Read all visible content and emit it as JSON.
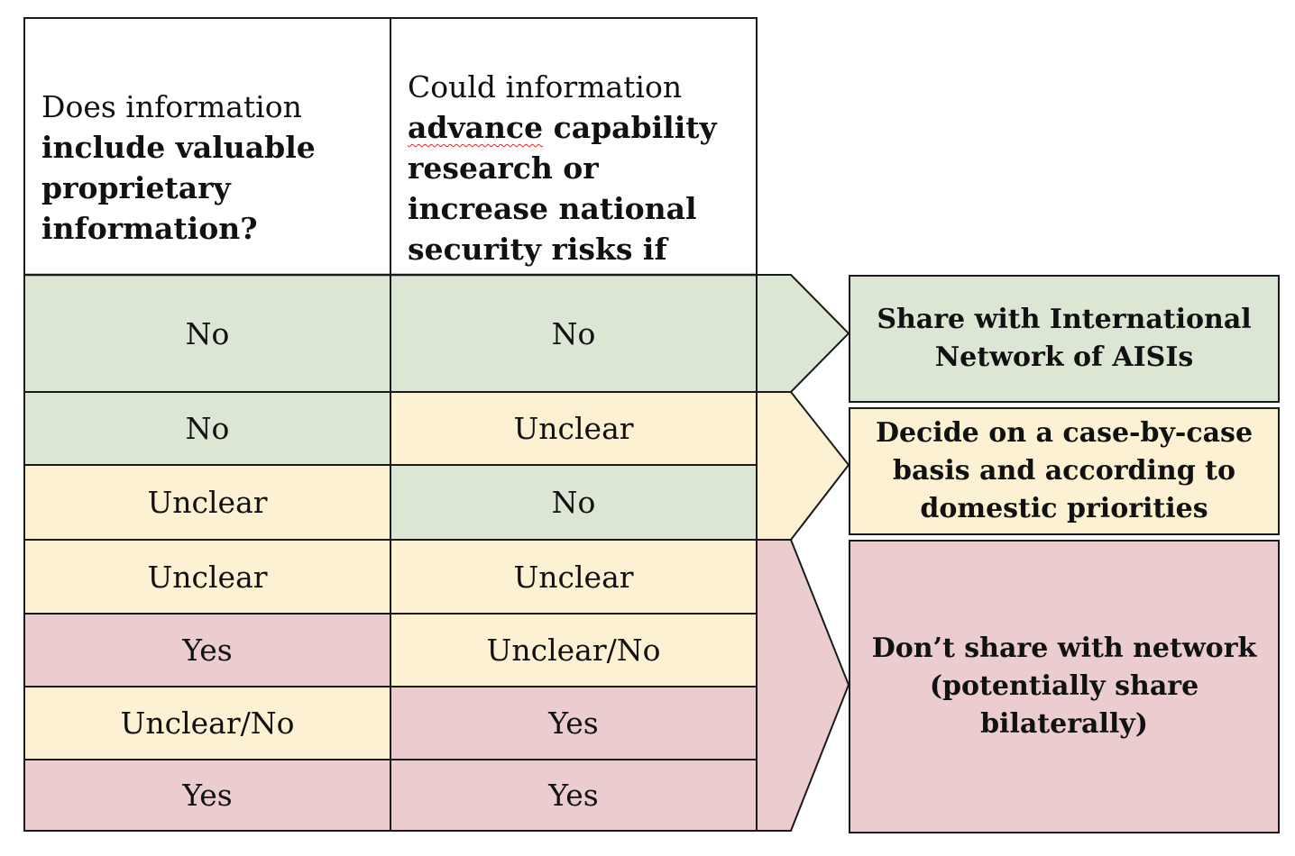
{
  "header": {
    "col1": {
      "prefix": "Does information",
      "emphasis": "include valuable proprietary information?"
    },
    "col2": {
      "prefix": "Could information",
      "emphasis_flagged": "advance",
      "emphasis": "capability research or increase national security risks if leaked?"
    }
  },
  "rows": [
    {
      "col1": "No",
      "col2": "No"
    },
    {
      "col1": "No",
      "col2": "Unclear"
    },
    {
      "col1": "Unclear",
      "col2": "No"
    },
    {
      "col1": "Unclear",
      "col2": "Unclear"
    },
    {
      "col1": "Yes",
      "col2": "Unclear/No"
    },
    {
      "col1": "Unclear/No",
      "col2": "Yes"
    },
    {
      "col1": "Yes",
      "col2": "Yes"
    }
  ],
  "outcomes": {
    "share": "Share with International Network of AISIs",
    "case_by_case": "Decide on a case-by-case basis and according to domestic priorities",
    "dont_share": "Don’t share with network (potentially share bilaterally)"
  },
  "colors": {
    "no": "#dce6d5",
    "unclear": "#fcf1d2",
    "yes": "#ebcdd0",
    "border": "#1a1a1a",
    "spellcheck": "#d42a2a"
  }
}
